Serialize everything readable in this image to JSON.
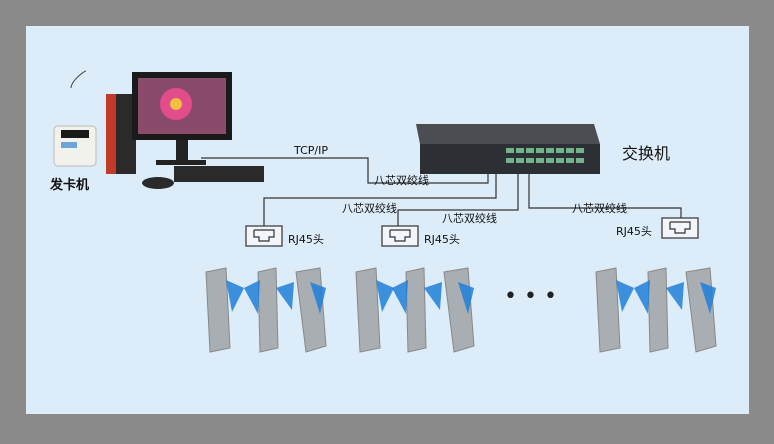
{
  "labels": {
    "card_issuer": "发卡机",
    "switch": "交换机",
    "protocol": "TCP/IP",
    "cable_main": "八芯双绞线",
    "cable_left": "八芯双绞线",
    "cable_mid": "八芯双绞线",
    "cable_right": "八芯双绞线",
    "rj45_left": "RJ45头",
    "rj45_mid": "RJ45头",
    "rj45_right": "RJ45头",
    "ellipsis": "• • •"
  },
  "colors": {
    "background": "#8a8a8a",
    "panel": "#dcecf8",
    "line": "#333333",
    "gate_metal": "#a9aeb3",
    "gate_wing": "#1f7fd8"
  },
  "icons": [
    "card-reader-icon",
    "desktop-computer-icon",
    "network-switch-icon",
    "rj45-connector-icon",
    "turnstile-gate-icon"
  ]
}
